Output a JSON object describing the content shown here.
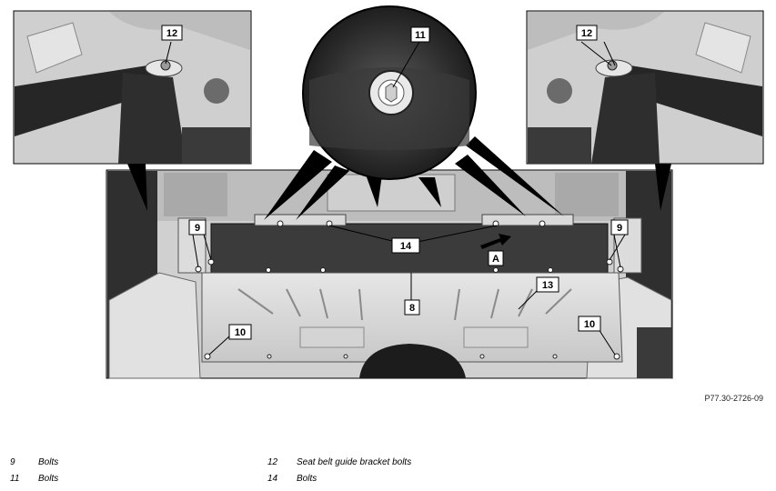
{
  "figure": {
    "reference_code": "P77.30-2726-09",
    "callouts": {
      "c8": "8",
      "c9": "9",
      "c10": "10",
      "c11": "11",
      "c12": "12",
      "c13": "13",
      "c14": "14",
      "cA": "A"
    }
  },
  "legend": [
    {
      "number": "9",
      "text": "Bolts"
    },
    {
      "number": "11",
      "text": "Bolts"
    },
    {
      "number": "12",
      "text": "Seat belt guide bracket bolts"
    },
    {
      "number": "14",
      "text": "Bolts"
    }
  ]
}
